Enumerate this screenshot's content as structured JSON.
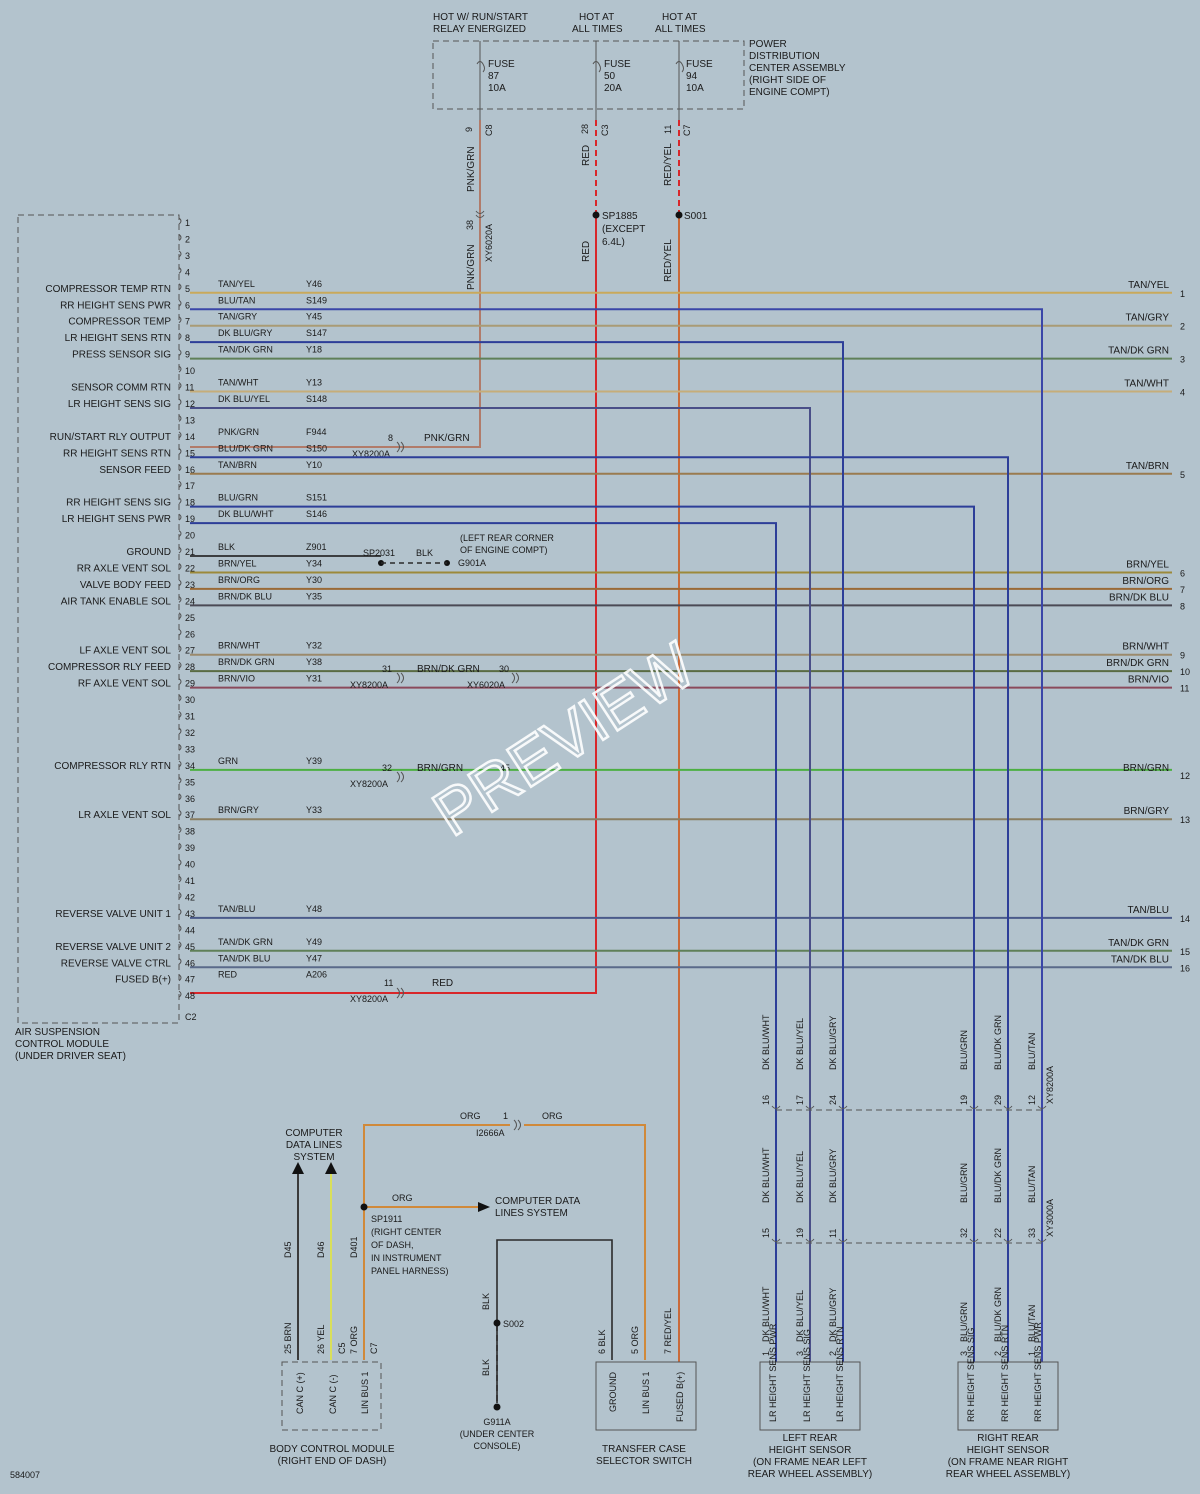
{
  "pdc": {
    "hdr_run": [
      "HOT W/ RUN/START",
      "RELAY ENERGIZED"
    ],
    "hdr_hot1": [
      "HOT AT",
      "ALL TIMES"
    ],
    "hdr_hot2": [
      "HOT AT",
      "ALL TIMES"
    ],
    "title": [
      "POWER",
      "DISTRIBUTION",
      "CENTER ASSEMBLY",
      "(RIGHT SIDE OF",
      "ENGINE COMPT)"
    ],
    "fuses": [
      {
        "l1": "FUSE",
        "l2": "87",
        "l3": "10A",
        "pin": "9",
        "conn": "C8",
        "wire": "PNK/GRN"
      },
      {
        "l1": "FUSE",
        "l2": "50",
        "l3": "20A",
        "pin": "28",
        "conn": "C3",
        "wire": "RED"
      },
      {
        "l1": "FUSE",
        "l2": "94",
        "l3": "10A",
        "pin": "11",
        "conn": "C7",
        "wire": "RED/YEL"
      }
    ]
  },
  "splices": {
    "sp1885": [
      "SP1885",
      "(EXCEPT",
      "6.4L)"
    ],
    "s001": "S001",
    "xy6020a_pin": "38",
    "xy6020a": "XY6020A",
    "red_below": "RED",
    "redyel_below": "RED/YEL",
    "pnkgrn_below": "PNK/GRN"
  },
  "module": {
    "title": [
      "AIR SUSPENSION",
      "CONTROL MODULE",
      "(UNDER DRIVER SEAT)"
    ],
    "conn": "C2"
  },
  "pins": [
    {
      "n": "1",
      "label": "",
      "color": "",
      "circuit": "",
      "wire": "",
      "rpin": ""
    },
    {
      "n": "2",
      "label": "",
      "color": "",
      "circuit": "",
      "wire": "",
      "rpin": ""
    },
    {
      "n": "3",
      "label": "",
      "color": "",
      "circuit": "",
      "wire": "",
      "rpin": ""
    },
    {
      "n": "4",
      "label": "",
      "color": "",
      "circuit": "",
      "wire": "",
      "rpin": ""
    },
    {
      "n": "5",
      "label": "COMPRESSOR TEMP RTN",
      "color": "TAN/YEL",
      "circuit": "Y46",
      "wire": "#c9a95b",
      "rpin": "1"
    },
    {
      "n": "6",
      "label": "RR HEIGHT SENS PWR",
      "color": "BLU/TAN",
      "circuit": "S149",
      "wire": "#c2ac6a",
      "rpin": ""
    },
    {
      "n": "7",
      "label": "COMPRESSOR TEMP",
      "color": "TAN/GRY",
      "circuit": "Y45",
      "wire": "#a99b75",
      "rpin": "2"
    },
    {
      "n": "8",
      "label": "LR HEIGHT SENS RTN",
      "color": "DK BLU/GRY",
      "circuit": "S147",
      "wire": "#2d3e98",
      "rpin": ""
    },
    {
      "n": "9",
      "label": "PRESS SENSOR SIG",
      "color": "TAN/DK GRN",
      "circuit": "Y18",
      "wire": "#5f8058",
      "rpin": "3"
    },
    {
      "n": "10",
      "label": "",
      "color": "",
      "circuit": "",
      "wire": "",
      "rpin": ""
    },
    {
      "n": "11",
      "label": "SENSOR COMM RTN",
      "color": "TAN/WHT",
      "circuit": "Y13",
      "wire": "#c6ad79",
      "rpin": "4"
    },
    {
      "n": "12",
      "label": "LR HEIGHT SENS SIG",
      "color": "DK BLU/YEL",
      "circuit": "S148",
      "wire": "#5b5e86",
      "rpin": ""
    },
    {
      "n": "13",
      "label": "",
      "color": "",
      "circuit": "",
      "wire": "",
      "rpin": ""
    },
    {
      "n": "14",
      "label": "RUN/START RLY OUTPUT",
      "color": "PNK/GRN",
      "circuit": "F944",
      "wire": "#b17b6a",
      "rpin": ""
    },
    {
      "n": "15",
      "label": "RR HEIGHT SENS RTN",
      "color": "BLU/DK GRN",
      "circuit": "S150",
      "wire": "#2d3e98",
      "rpin": ""
    },
    {
      "n": "16",
      "label": "SENSOR FEED",
      "color": "TAN/BRN",
      "circuit": "Y10",
      "wire": "#9a7b4f",
      "rpin": "5"
    },
    {
      "n": "17",
      "label": "",
      "color": "",
      "circuit": "",
      "wire": "",
      "rpin": ""
    },
    {
      "n": "18",
      "label": "RR HEIGHT SENS SIG",
      "color": "BLU/GRN",
      "circuit": "S151",
      "wire": "#2d3e98",
      "rpin": ""
    },
    {
      "n": "19",
      "label": "LR HEIGHT SENS PWR",
      "color": "DK BLU/WHT",
      "circuit": "S146",
      "wire": "#2d3e98",
      "rpin": ""
    },
    {
      "n": "20",
      "label": "",
      "color": "",
      "circuit": "",
      "wire": "",
      "rpin": ""
    },
    {
      "n": "21",
      "label": "GROUND",
      "color": "BLK",
      "circuit": "Z901",
      "wire": "#2b2b2b",
      "rpin": ""
    },
    {
      "n": "22",
      "label": "RR AXLE VENT SOL",
      "color": "BRN/YEL",
      "circuit": "Y34",
      "wire": "#9c8a3a",
      "rpin": "6"
    },
    {
      "n": "23",
      "label": "VALVE BODY FEED",
      "color": "BRN/ORG",
      "circuit": "Y30",
      "wire": "#9a6a37",
      "rpin": "7"
    },
    {
      "n": "24",
      "label": "AIR TANK ENABLE SOL",
      "color": "BRN/DK BLU",
      "circuit": "Y35",
      "wire": "#4b4a55",
      "rpin": "8"
    },
    {
      "n": "25",
      "label": "",
      "color": "",
      "circuit": "",
      "wire": "",
      "rpin": ""
    },
    {
      "n": "26",
      "label": "",
      "color": "",
      "circuit": "",
      "wire": "",
      "rpin": ""
    },
    {
      "n": "27",
      "label": "LF AXLE VENT SOL",
      "color": "BRN/WHT",
      "circuit": "Y32",
      "wire": "#9b8a6c",
      "rpin": "9"
    },
    {
      "n": "28",
      "label": "COMPRESSOR RLY FEED",
      "color": "BRN/DK GRN",
      "circuit": "Y38",
      "wire": "#596b43",
      "rpin": "10"
    },
    {
      "n": "29",
      "label": "RF AXLE VENT SOL",
      "color": "BRN/VIO",
      "circuit": "Y31",
      "wire": "#8a4a5c",
      "rpin": "11"
    },
    {
      "n": "30",
      "label": "",
      "color": "",
      "circuit": "",
      "wire": "",
      "rpin": ""
    },
    {
      "n": "31",
      "label": "",
      "color": "",
      "circuit": "",
      "wire": "",
      "rpin": ""
    },
    {
      "n": "32",
      "label": "",
      "color": "",
      "circuit": "",
      "wire": "",
      "rpin": ""
    },
    {
      "n": "33",
      "label": "",
      "color": "",
      "circuit": "",
      "wire": "",
      "rpin": ""
    },
    {
      "n": "34",
      "label": "COMPRESSOR RLY RTN",
      "color": "GRN",
      "circuit": "Y39",
      "wire": "#4caf42",
      "rpin": ""
    },
    {
      "n": "35",
      "label": "",
      "color": "",
      "circuit": "",
      "wire": "",
      "rpin": ""
    },
    {
      "n": "36",
      "label": "",
      "color": "",
      "circuit": "",
      "wire": "",
      "rpin": ""
    },
    {
      "n": "37",
      "label": "LR AXLE VENT SOL",
      "color": "BRN/GRY",
      "circuit": "Y33",
      "wire": "#8a7e62",
      "rpin": "13"
    },
    {
      "n": "38",
      "label": "",
      "color": "",
      "circuit": "",
      "wire": "",
      "rpin": ""
    },
    {
      "n": "39",
      "label": "",
      "color": "",
      "circuit": "",
      "wire": "",
      "rpin": ""
    },
    {
      "n": "40",
      "label": "",
      "color": "",
      "circuit": "",
      "wire": "",
      "rpin": ""
    },
    {
      "n": "41",
      "label": "",
      "color": "",
      "circuit": "",
      "wire": "",
      "rpin": ""
    },
    {
      "n": "42",
      "label": "",
      "color": "",
      "circuit": "",
      "wire": "",
      "rpin": ""
    },
    {
      "n": "43",
      "label": "REVERSE VALVE UNIT 1",
      "color": "TAN/BLU",
      "circuit": "Y48",
      "wire": "#4a5a8a",
      "rpin": "14"
    },
    {
      "n": "44",
      "label": "",
      "color": "",
      "circuit": "",
      "wire": "",
      "rpin": ""
    },
    {
      "n": "45",
      "label": "REVERSE VALVE UNIT 2",
      "color": "TAN/DK GRN",
      "circuit": "Y49",
      "wire": "#5f8058",
      "rpin": "15"
    },
    {
      "n": "46",
      "label": "REVERSE VALVE CTRL",
      "color": "TAN/DK BLU",
      "circuit": "Y47",
      "wire": "#5a6a8a",
      "rpin": "16"
    },
    {
      "n": "47",
      "label": "FUSED B(+)",
      "color": "RED",
      "circuit": "A206",
      "wire": "#d8262a",
      "rpin": ""
    },
    {
      "n": "48",
      "label": "",
      "color": "",
      "circuit": "",
      "wire": "",
      "rpin": ""
    }
  ],
  "inline": {
    "pin14": {
      "pin": "8",
      "conn": "XY8200A",
      "color": "PNK/GRN"
    },
    "ground": {
      "splice": "SP2031",
      "color": "BLK",
      "ground": "G901A",
      "note": [
        "(LEFT REAR CORNER",
        "OF ENGINE COMPT)"
      ]
    },
    "pin28": {
      "pin1": "31",
      "conn1": "XY8200A",
      "color": "BRN/DK GRN",
      "pin2": "30",
      "conn2": "XY6020A"
    },
    "pin34": {
      "pin1": "32",
      "conn1": "XY8200A",
      "color": "BRN/GRN",
      "pin2": "45"
    },
    "pin47": {
      "pin": "11",
      "conn": "XY8200A",
      "color": "RED"
    }
  },
  "right_labels": [
    {
      "rpin": "12",
      "color": "BRN/GRN"
    }
  ],
  "sensors_top": [
    {
      "color": "DK BLU/WHT",
      "p1": "16",
      "p2": "15",
      "color2": "DK BLU/WHT",
      "p3": "1",
      "color3": "DK BLU/WHT"
    },
    {
      "color": "DK BLU/YEL",
      "p1": "17",
      "p2": "19",
      "color2": "DK BLU/YEL",
      "p3": "3",
      "color3": "DK BLU/YEL"
    },
    {
      "color": "DK BLU/GRY",
      "p1": "24",
      "p2": "11",
      "color2": "DK BLU/GRY",
      "p3": "2",
      "color3": "DK BLU/GRY"
    },
    {
      "color": "BLU/GRN",
      "p1": "19",
      "p2": "32",
      "color2": "BLU/GRN",
      "p3": "3",
      "color3": "BLU/GRN"
    },
    {
      "color": "BLU/DK GRN",
      "p1": "29",
      "p2": "22",
      "color2": "BLU/DK GRN",
      "p3": "2",
      "color3": "BLU/DK GRN"
    },
    {
      "color": "BLU/TAN",
      "p1": "12",
      "p2": "33",
      "color2": "BLU/TAN",
      "p3": "1",
      "color3": "BLU/TAN"
    }
  ],
  "sensor_conn1": "XY8200A",
  "sensor_conn2": "XY3000A",
  "lr_sensor": {
    "pins": [
      "LR HEIGHT SENS PWR",
      "LR HEIGHT SENS SIG",
      "LR HEIGHT SENS RTN"
    ],
    "title": [
      "LEFT REAR",
      "HEIGHT SENSOR",
      "(ON FRAME NEAR LEFT",
      "REAR WHEEL ASSEMBLY)"
    ]
  },
  "rr_sensor": {
    "pins": [
      "RR HEIGHT SENS SIG",
      "RR HEIGHT SENS RTN",
      "RR HEIGHT SENS PWR"
    ],
    "title": [
      "RIGHT REAR",
      "HEIGHT SENSOR",
      "(ON FRAME NEAR RIGHT",
      "REAR WHEEL ASSEMBLY)"
    ]
  },
  "bcm": {
    "cdl": [
      "COMPUTER",
      "DATA LINES",
      "SYSTEM"
    ],
    "circuits": [
      "D45",
      "D46",
      "D401"
    ],
    "pins": [
      "25 BRN",
      "26 YEL",
      "7 ORG"
    ],
    "conns": [
      "C5",
      "C7"
    ],
    "pinlabels": [
      "CAN C (+)",
      "CAN C (-)",
      "LIN BUS 1"
    ],
    "title": [
      "BODY CONTROL MODULE",
      "(RIGHT END OF DASH)"
    ]
  },
  "sp1911": {
    "label": [
      "SP1911",
      "(RIGHT CENTER",
      "OF DASH,",
      "IN INSTRUMENT",
      "PANEL HARNESS)"
    ],
    "color": "ORG",
    "cdl": [
      "COMPUTER DATA",
      "LINES SYSTEM"
    ],
    "i2666a": "I2666A",
    "org1": "ORG",
    "org2": "ORG",
    "pin": "1"
  },
  "s002": {
    "label": "S002",
    "blk1": "BLK",
    "blk2": "BLK",
    "ground": [
      "G911A",
      "(UNDER CENTER",
      "CONSOLE)"
    ]
  },
  "tcss": {
    "pins": [
      "6 BLK",
      "5 ORG",
      "7 RED/YEL"
    ],
    "pinlabels": [
      "GROUND",
      "LIN BUS 1",
      "FUSED B(+)"
    ],
    "title": [
      "TRANSFER CASE",
      "SELECTOR SWITCH"
    ]
  },
  "doc_id": "584007",
  "watermark": "PREVIEW"
}
